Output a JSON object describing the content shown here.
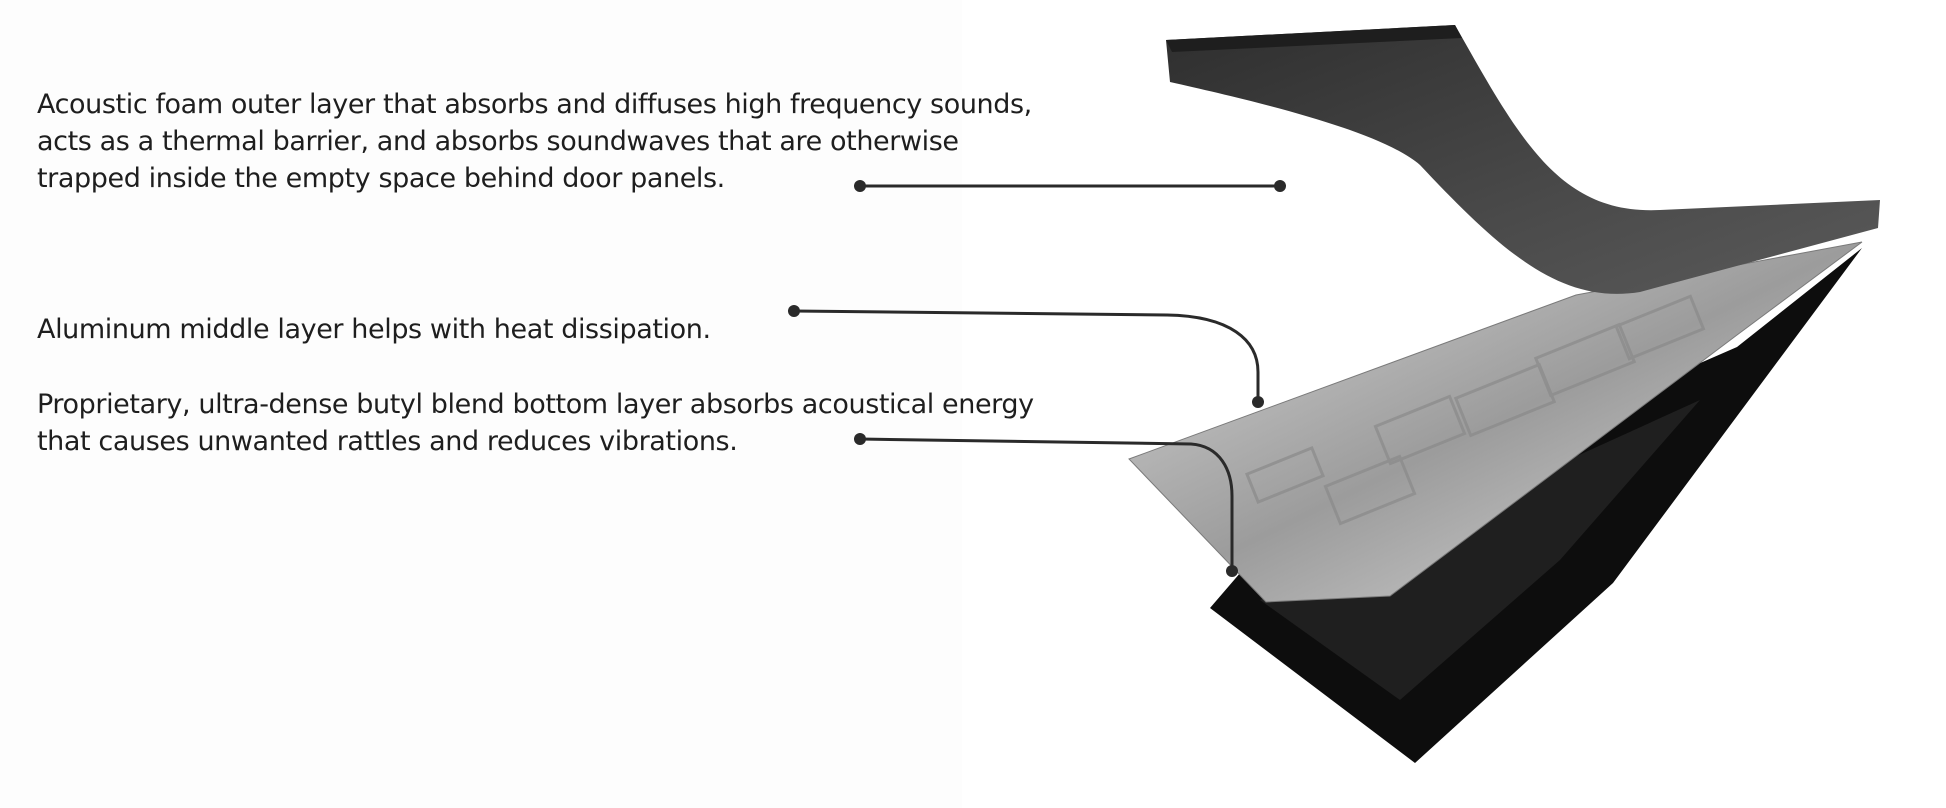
{
  "callouts": [
    {
      "lines": [
        "Acoustic foam outer layer that absorbs and diffuses high frequency sounds,",
        "acts as a thermal barrier, and absorbs soundwaves that are otherwise",
        "trapped inside the empty space behind door panels."
      ]
    },
    {
      "lines": [
        "Aluminum middle layer helps with heat dissipation."
      ]
    },
    {
      "lines": [
        "Proprietary, ultra-dense butyl blend bottom layer absorbs acoustical energy",
        "that causes unwanted rattles and reduces vibrations."
      ]
    }
  ],
  "colors": {
    "foam": "#3a3a3a",
    "aluminum": "#b8b8b8",
    "butyl": "#0d0d0d",
    "leader": "#2a2a2a"
  }
}
